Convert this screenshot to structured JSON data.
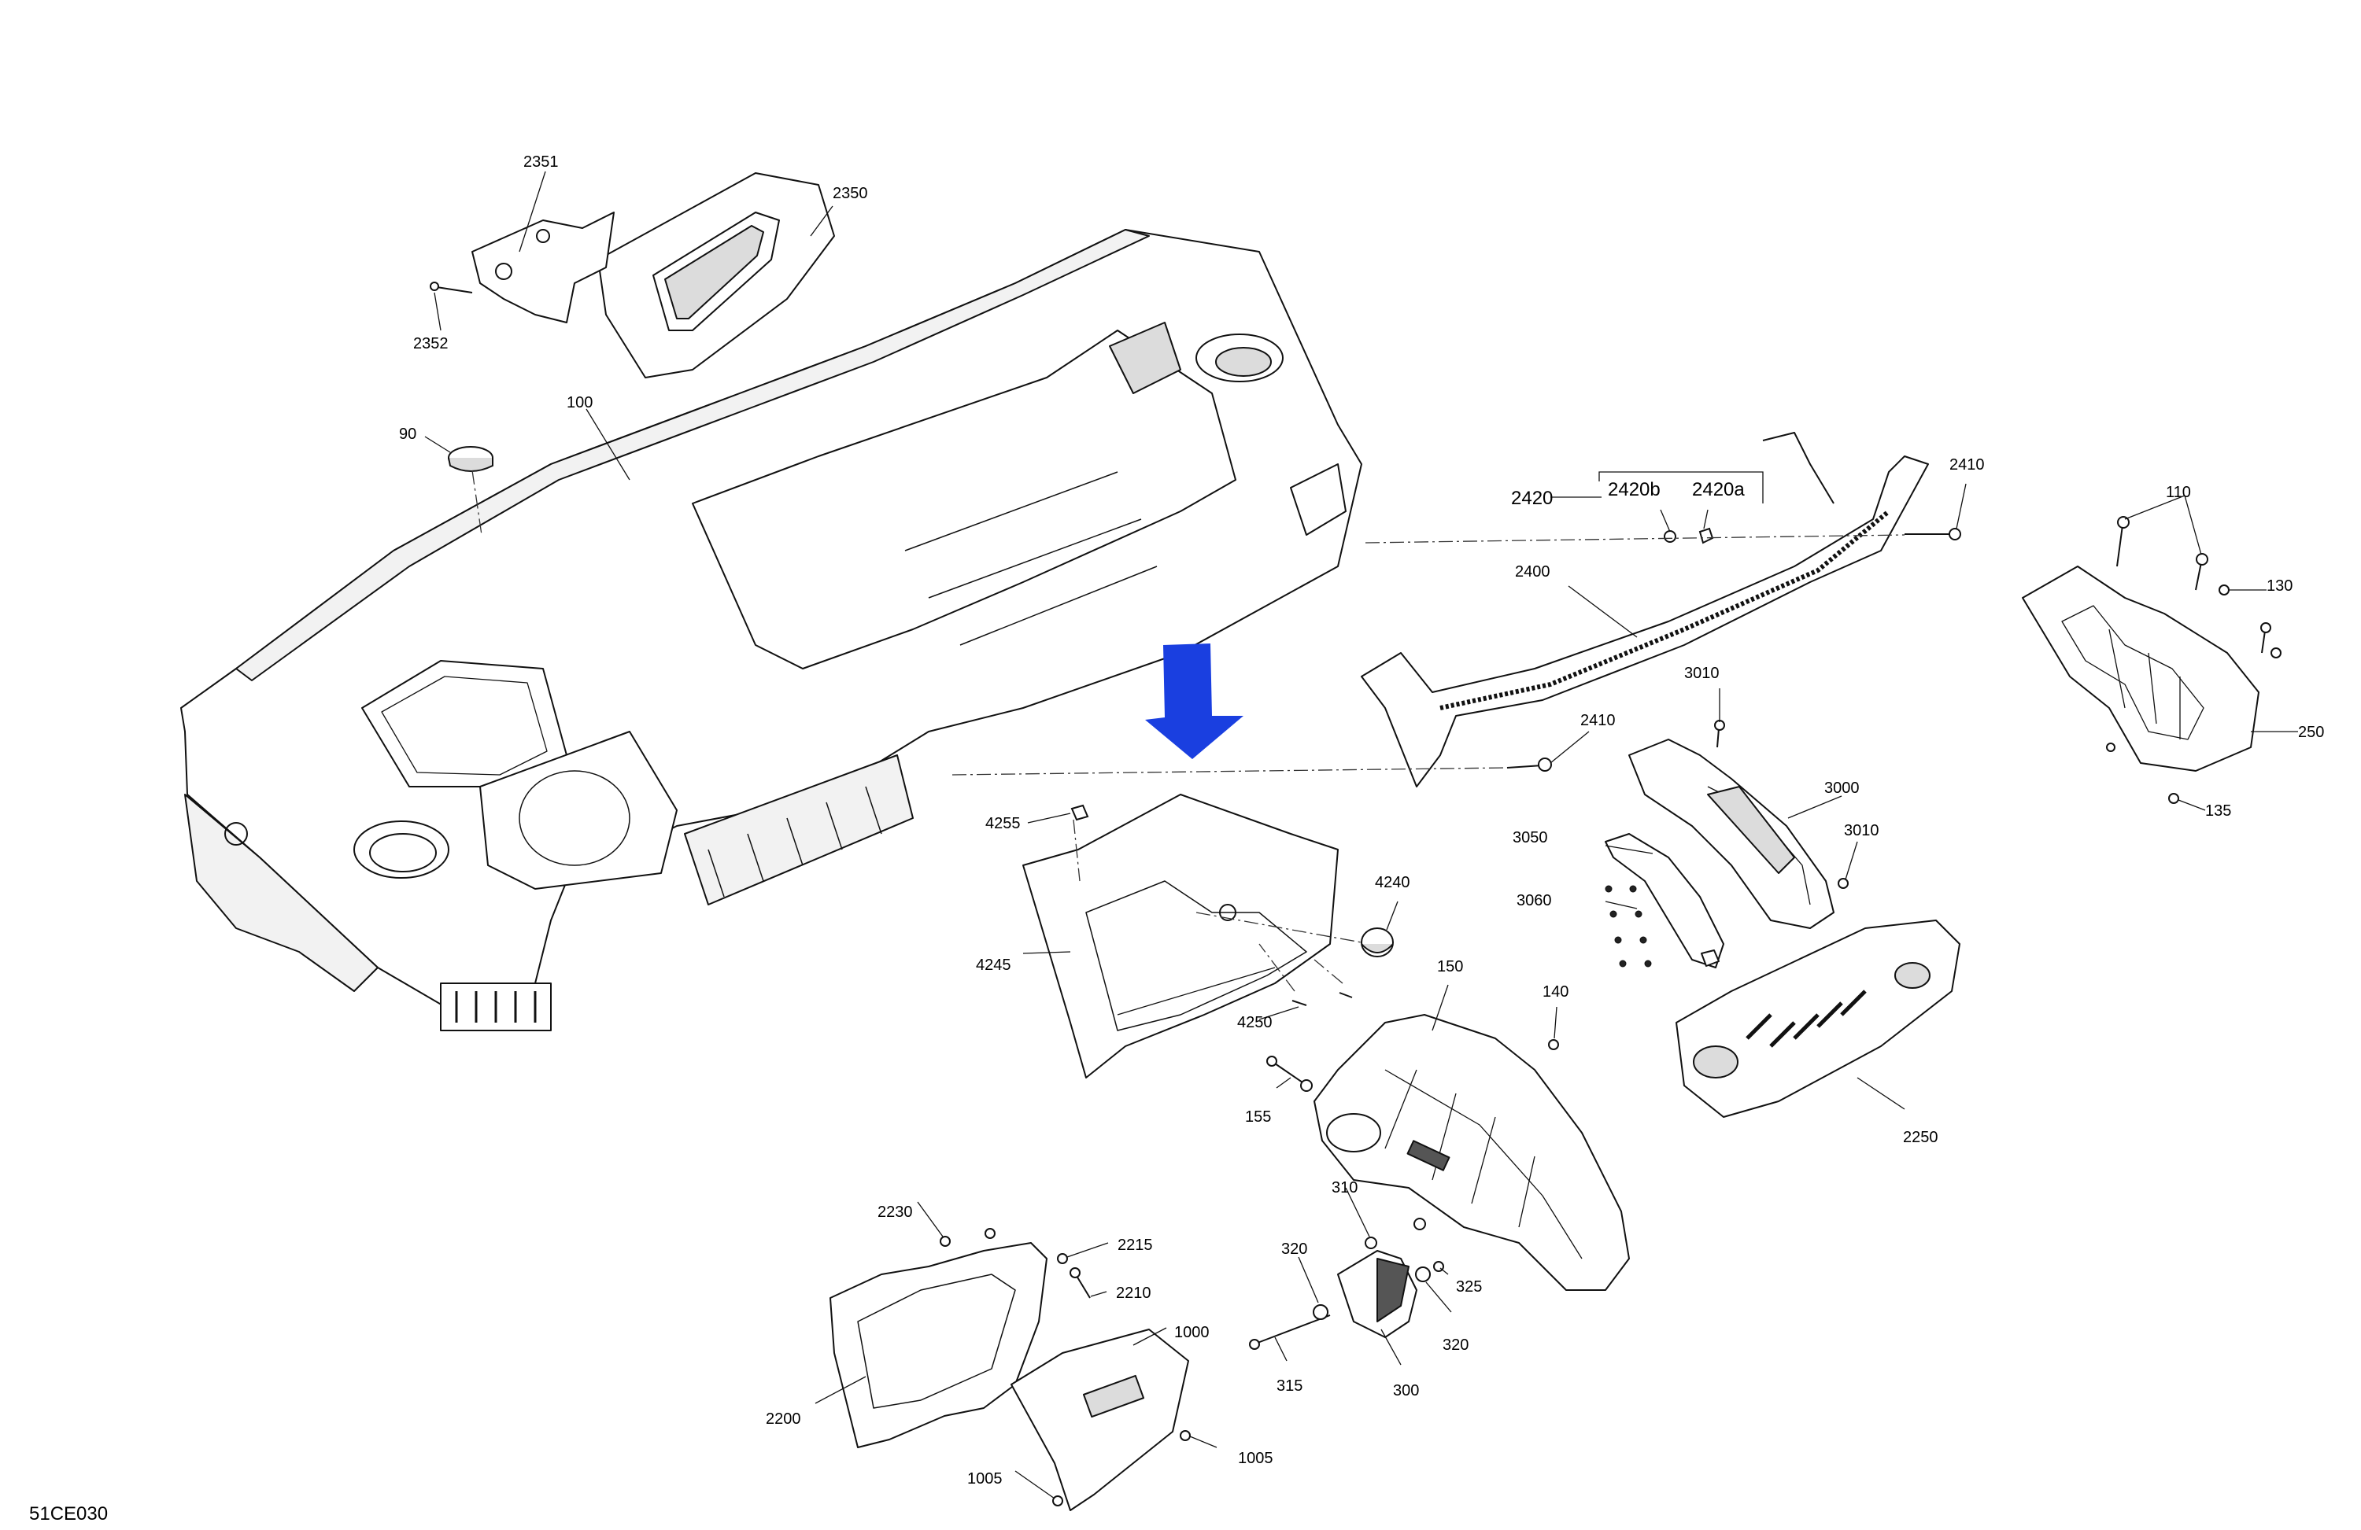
{
  "figure_code": "51CE030",
  "colors": {
    "line": "#111111",
    "fill": "#ffffff",
    "shade": "#dcdcdc",
    "dark": "#555555",
    "arrow": "#1a3fe0"
  },
  "callouts": {
    "c2351": "2351",
    "c2350": "2350",
    "c2352": "2352",
    "c90": "90",
    "c100": "100",
    "c2420": "2420",
    "c2420b": "2420b",
    "c2420a": "2420a",
    "c2410a": "2410",
    "c2410b": "2410",
    "c2400": "2400",
    "c110": "110",
    "c130": "130",
    "c250": "250",
    "c135": "135",
    "c3010a": "3010",
    "c3010b": "3010",
    "c3000": "3000",
    "c3050": "3050",
    "c3060": "3060",
    "c4255": "4255",
    "c4240": "4240",
    "c4245": "4245",
    "c4250": "4250",
    "c150": "150",
    "c140": "140",
    "c155": "155",
    "c2250": "2250",
    "c2230": "2230",
    "c2215": "2215",
    "c2210": "2210",
    "c2200": "2200",
    "c1000": "1000",
    "c1005a": "1005",
    "c1005b": "1005",
    "c310": "310",
    "c320a": "320",
    "c320b": "320",
    "c325": "325",
    "c315": "315",
    "c300": "300"
  }
}
